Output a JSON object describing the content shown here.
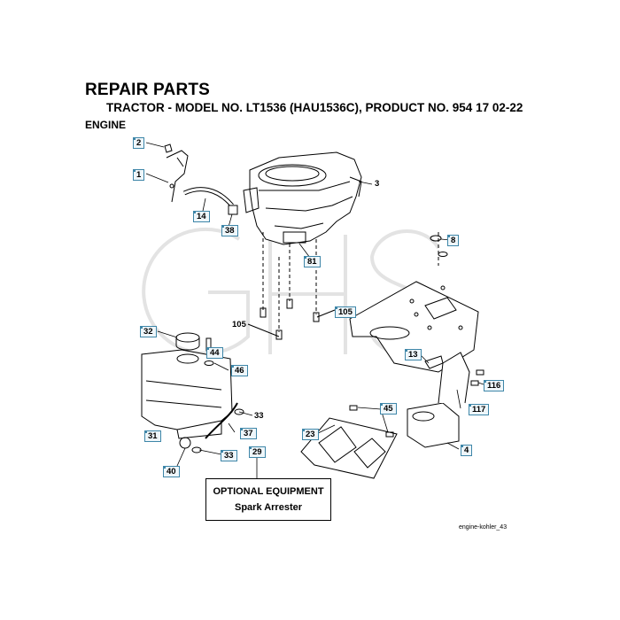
{
  "header": {
    "title": "REPAIR PARTS",
    "subtitle": "TRACTOR - MODEL NO. LT1536 (HAU1536C), PRODUCT NO. 954 17 02-22",
    "section": "ENGINE"
  },
  "callouts": {
    "c2": "2",
    "c1": "1",
    "c3": "3",
    "c14": "14",
    "c38": "38",
    "c8": "8",
    "c81": "81",
    "c105a": "105",
    "c105b": "105",
    "c32": "32",
    "c44": "44",
    "c46": "46",
    "c33a": "33",
    "c37": "37",
    "c31": "31",
    "c33b": "33",
    "c40": "40",
    "c29": "29",
    "c45": "45",
    "c23": "23",
    "c13": "13",
    "c116": "116",
    "c117": "117",
    "c4": "4"
  },
  "optional_box": {
    "title": "OPTIONAL EQUIPMENT",
    "subtitle": "Spark Arrester"
  },
  "watermark": "GHS",
  "footer": "engine-kohler_43",
  "colors": {
    "callout_border": "#3e86a8",
    "watermark": "#e3e3e3",
    "ink": "#000000"
  }
}
